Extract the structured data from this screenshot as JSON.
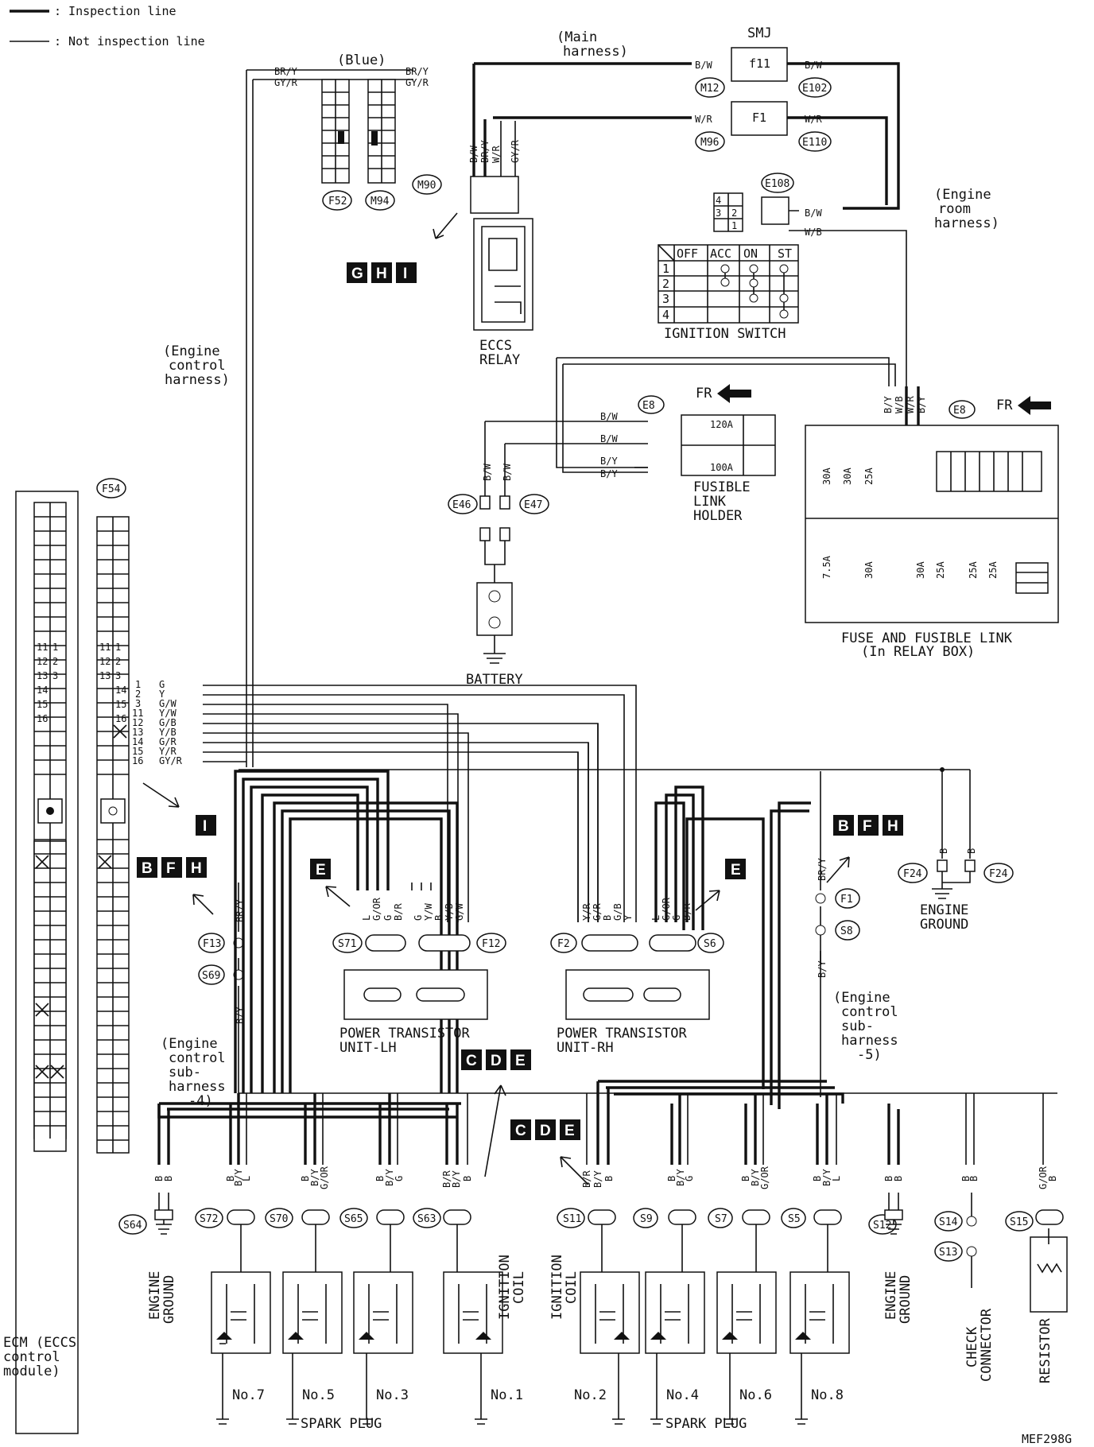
{
  "legend": {
    "inspection": ": Inspection line",
    "not_inspection": ": Not inspection line"
  },
  "labels": {
    "blue": "(Blue)",
    "main_harness": "(Main\nharness)",
    "smj": "SMJ",
    "engine_room": "(Engine\nroom\nharness)",
    "eccs_relay": "ECCS\nRELAY",
    "ignition_switch": "IGNITION SWITCH",
    "engine_control": "(Engine\ncontrol\nharness)",
    "fr": "FR",
    "fusible_link_holder": "FUSIBLE\nLINK\nHOLDER",
    "battery": "BATTERY",
    "fuse_box": "FUSE AND FUSIBLE LINK\n(In RELAY BOX)",
    "ptu_lh": "POWER TRANSISTOR\nUNIT-LH",
    "ptu_rh": "POWER TRANSISTOR\nUNIT-RH",
    "sub4": "(Engine\ncontrol\nsub-\nharness\n-4)",
    "sub5": "(Engine\ncontrol\nsub-\nharness\n-5)",
    "ecm": "ECM (ECCS\ncontrol\nmodule)",
    "engine_ground": "ENGINE\nGROUND",
    "ignition_coil": "IGNITION\nCOIL",
    "spark_plug": "SPARK PLUG",
    "check_connector": "CHECK\nCONNECTOR",
    "resistor": "RESISTOR",
    "code": "MEF298G"
  },
  "connectors": [
    "F52",
    "M94",
    "M90",
    "M12",
    "M96",
    "E102",
    "E110",
    "E108",
    "E8",
    "E46",
    "E47",
    "F54",
    "F13",
    "S69",
    "F1",
    "S8",
    "F24",
    "S71",
    "F12",
    "F2",
    "S6",
    "S64",
    "S72",
    "S70",
    "S65",
    "S63",
    "S11",
    "S9",
    "S7",
    "S5",
    "S12",
    "S14",
    "S13",
    "S15"
  ],
  "fuses": {
    "f11": "f11",
    "f1": "F1",
    "a120": "120A",
    "a100": "100A",
    "a30": "30A",
    "a25": "25A",
    "a75": "7.5A"
  },
  "ign_table": {
    "cols": [
      "OFF",
      "ACC",
      "ON",
      "ST"
    ],
    "rows": [
      "1",
      "2",
      "3",
      "4"
    ]
  },
  "ecm_wires": [
    {
      "pin": "1",
      "color": "G"
    },
    {
      "pin": "2",
      "color": "Y"
    },
    {
      "pin": "3",
      "color": "G/W"
    },
    {
      "pin": "11",
      "color": "Y/W"
    },
    {
      "pin": "12",
      "color": "G/B"
    },
    {
      "pin": "13",
      "color": "Y/B"
    },
    {
      "pin": "14",
      "color": "G/R"
    },
    {
      "pin": "15",
      "color": "Y/R"
    },
    {
      "pin": "16",
      "color": "GY/R"
    }
  ],
  "wire_colors": {
    "bry": "BR/Y",
    "gyr": "GY/R",
    "bw": "B/W",
    "wr": "W/R",
    "wb": "W/B",
    "by": "B/Y",
    "b": "B",
    "l": "L",
    "gor": "G/OR",
    "g": "G",
    "br": "B/R",
    "gw": "G/W",
    "yb": "Y/B",
    "yw": "Y/W",
    "yr": "Y/R",
    "gr": "G/R",
    "gb": "G/B",
    "y": "Y"
  },
  "tags": {
    "ghi": [
      "G",
      "H",
      "I"
    ],
    "bfh": [
      "B",
      "F",
      "H"
    ],
    "cde": [
      "C",
      "D",
      "E"
    ],
    "e": "E",
    "i": "I"
  },
  "plugs": [
    "No.7",
    "No.5",
    "No.3",
    "No.1",
    "No.2",
    "No.4",
    "No.6",
    "No.8"
  ]
}
